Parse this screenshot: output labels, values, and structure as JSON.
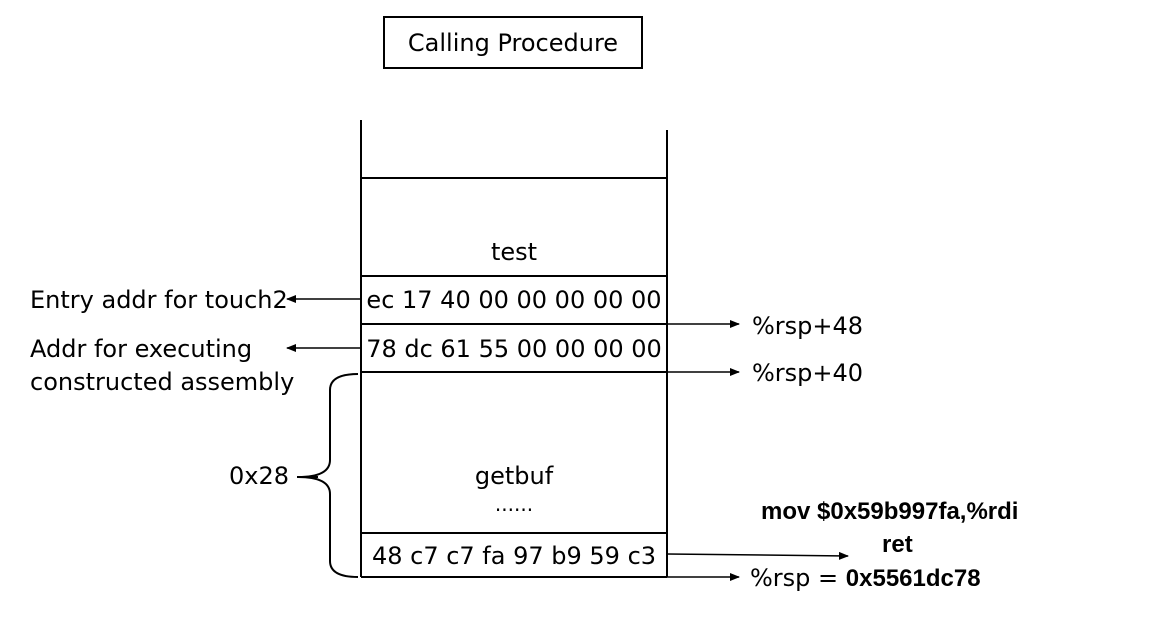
{
  "title": "Calling Procedure",
  "stack": {
    "test_label": "test",
    "slot_touch2": "ec 17 40 00 00 00 00 00",
    "slot_ret_addr": "78 dc 61 55 00 00 00 00",
    "getbuf_label": "getbuf",
    "getbuf_ellipsis": "......",
    "slot_code": "48 c7 c7 fa 97 b9 59 c3"
  },
  "annotations": {
    "entry_touch2": "Entry addr for touch2",
    "addr_exec_line1": "Addr for executing",
    "addr_exec_line2": "constructed assembly",
    "size_label": "0x28",
    "rsp_48": "%rsp+48",
    "rsp_40": "%rsp+40",
    "rsp_prefix": "%rsp = ",
    "rsp_value": "0x5561dc78",
    "asm_line1": "mov $0x59b997fa,%rdi",
    "asm_line2": "ret"
  }
}
